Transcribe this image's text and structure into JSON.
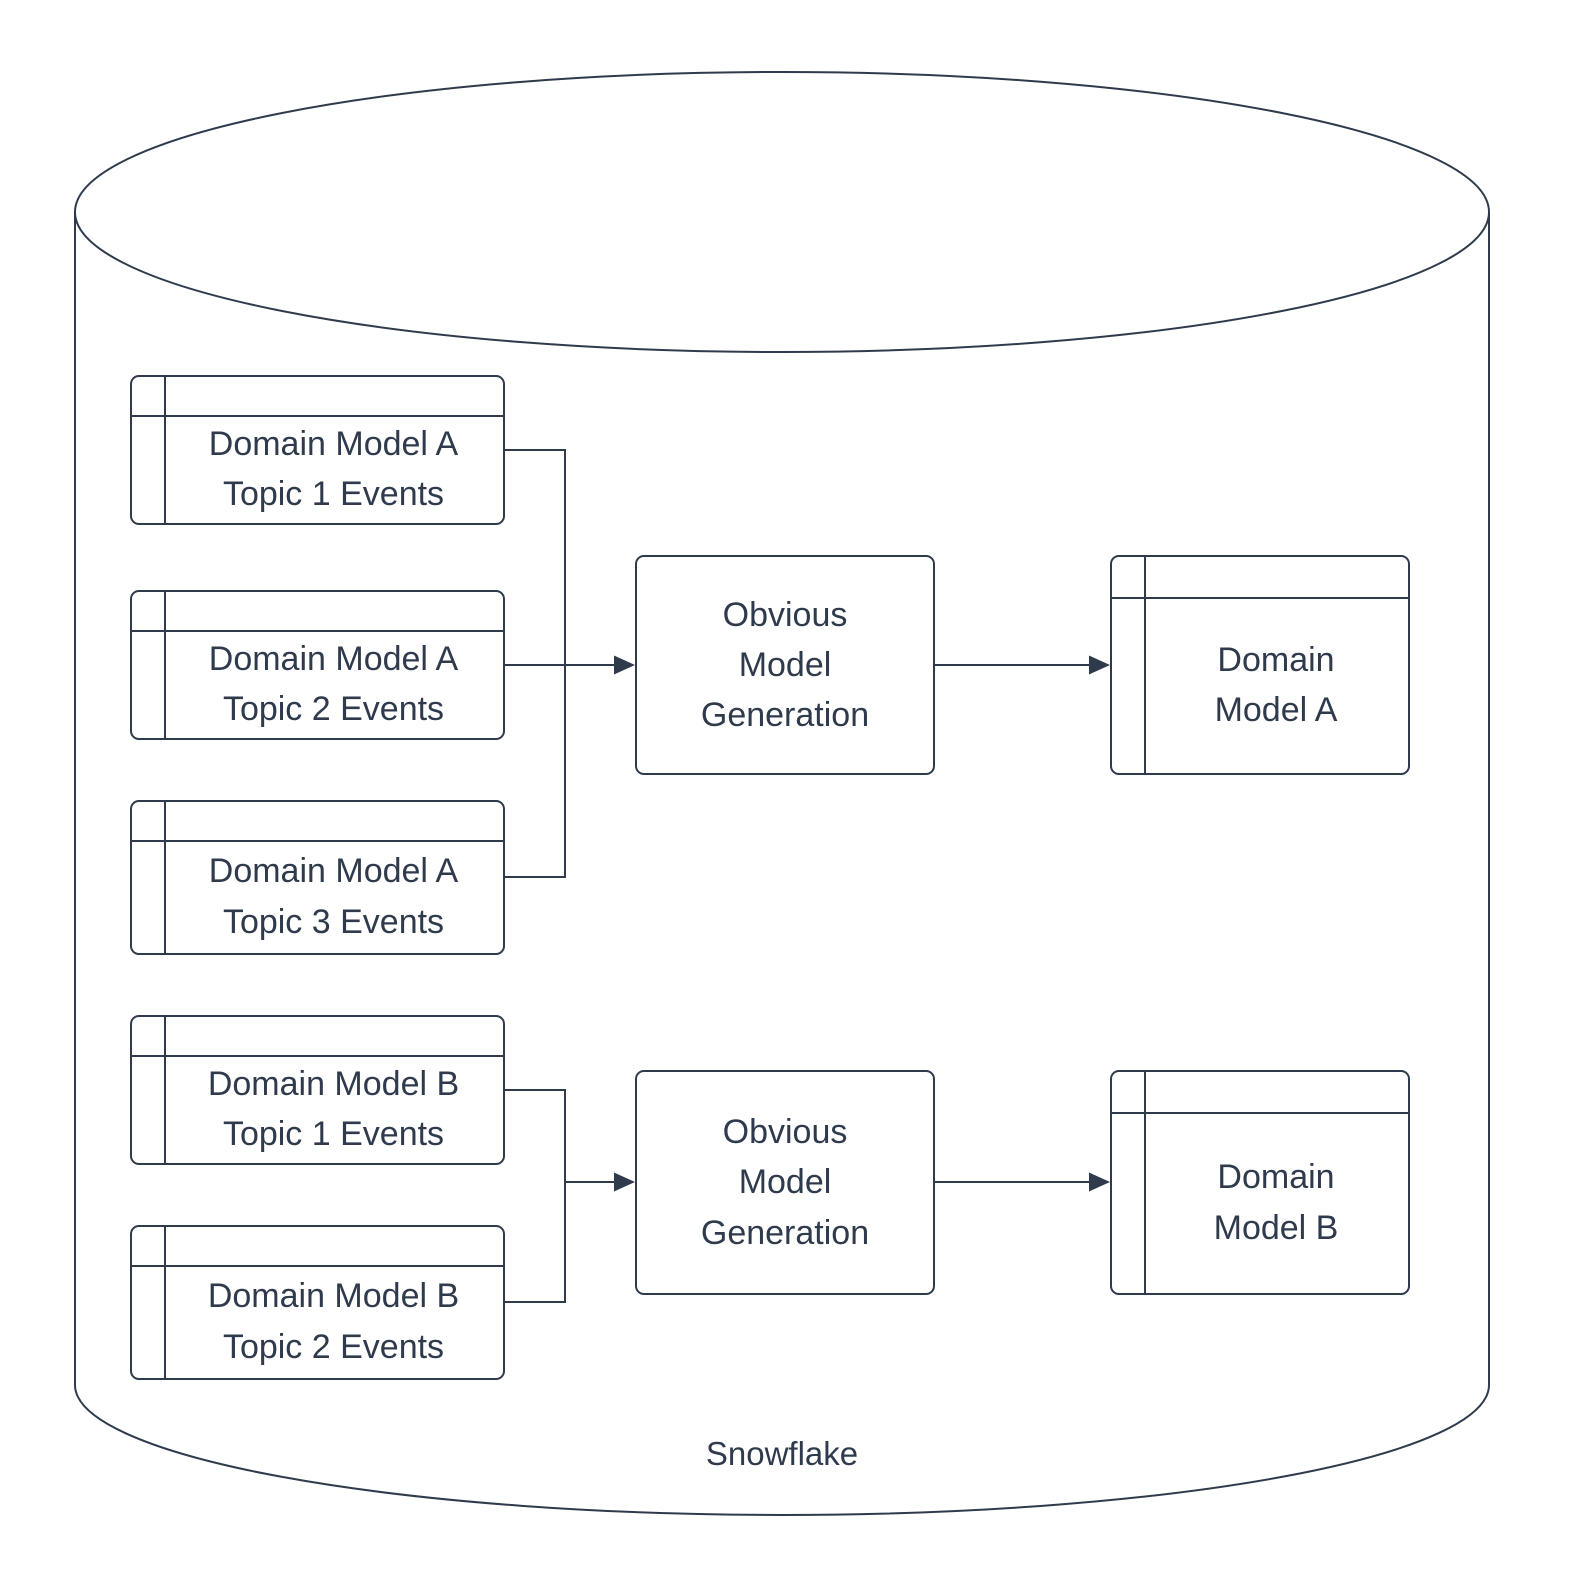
{
  "colors": {
    "stroke": "#2f3b4d",
    "text": "#2f3b4d",
    "background": "#ffffff"
  },
  "diagram": {
    "container": {
      "label": "Snowflake",
      "shape": "database-cylinder-icon"
    },
    "source_tables": [
      {
        "line1": "Domain Model A",
        "line2": "Topic 1 Events"
      },
      {
        "line1": "Domain Model A",
        "line2": "Topic 2 Events"
      },
      {
        "line1": "Domain Model A",
        "line2": "Topic 3 Events"
      },
      {
        "line1": "Domain Model B",
        "line2": "Topic 1 Events"
      },
      {
        "line1": "Domain Model B",
        "line2": "Topic 2 Events"
      }
    ],
    "process_nodes": [
      {
        "line1": "Obvious",
        "line2": "Model",
        "line3": "Generation"
      },
      {
        "line1": "Obvious",
        "line2": "Model",
        "line3": "Generation"
      }
    ],
    "output_tables": [
      {
        "line1": "Domain",
        "line2": "Model A"
      },
      {
        "line1": "Domain",
        "line2": "Model B"
      }
    ]
  }
}
